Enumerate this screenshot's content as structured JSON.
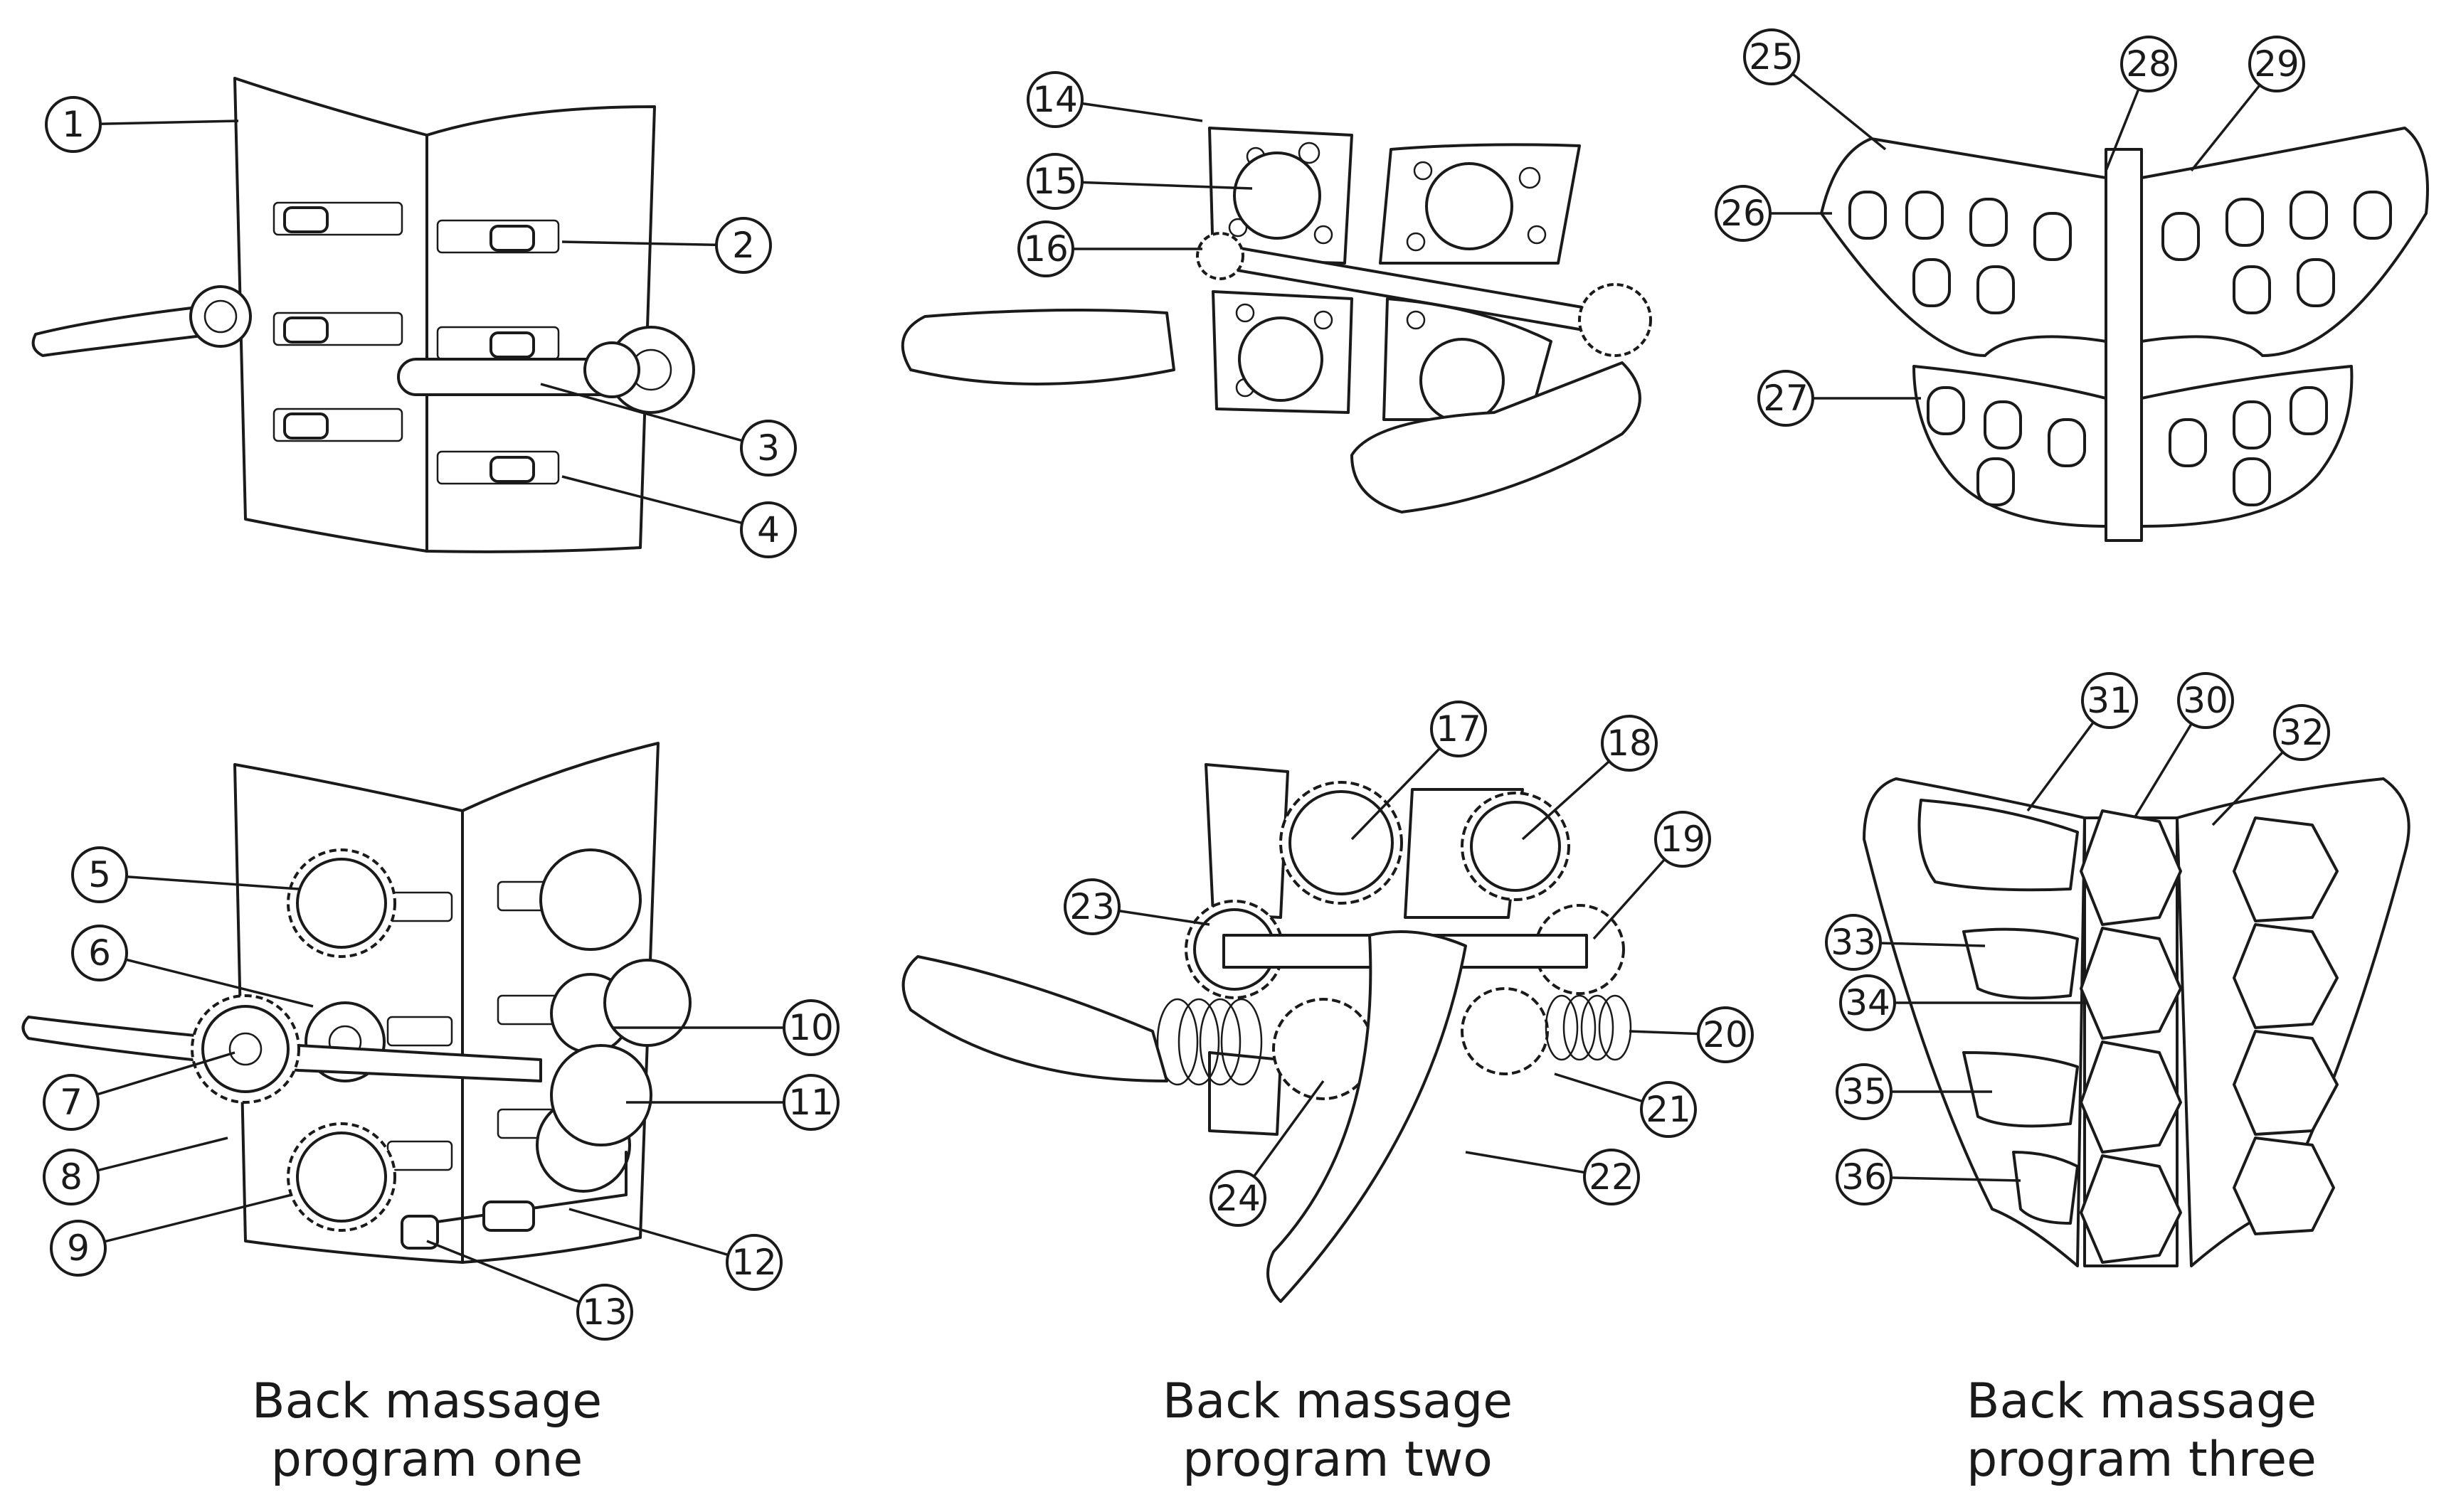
{
  "captions": [
    {
      "line1": "Back massage",
      "line2": "program one"
    },
    {
      "line1": "Back massage",
      "line2": "program two"
    },
    {
      "line1": "Back massage",
      "line2": "program three"
    }
  ],
  "callouts": [
    "1",
    "2",
    "3",
    "4",
    "5",
    "6",
    "7",
    "8",
    "9",
    "10",
    "11",
    "12",
    "13",
    "14",
    "15",
    "16",
    "17",
    "18",
    "19",
    "20",
    "21",
    "22",
    "23",
    "24",
    "25",
    "26",
    "27",
    "28",
    "29",
    "30",
    "31",
    "32",
    "33",
    "34",
    "35",
    "36"
  ],
  "colors": {
    "ink": "#1a1a1a",
    "background": "#ffffff"
  }
}
